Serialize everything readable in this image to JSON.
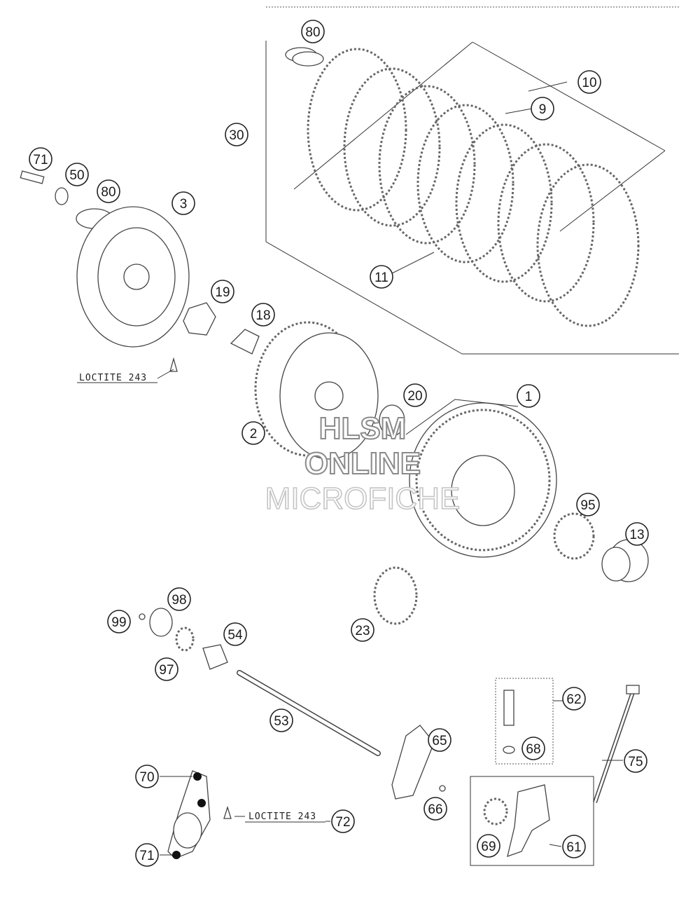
{
  "callouts": [
    {
      "label": "80"
    },
    {
      "label": "10"
    },
    {
      "label": "9"
    },
    {
      "label": "30"
    },
    {
      "label": "71"
    },
    {
      "label": "50"
    },
    {
      "label": "80"
    },
    {
      "label": "3"
    },
    {
      "label": "11"
    },
    {
      "label": "19"
    },
    {
      "label": "18"
    },
    {
      "label": "20"
    },
    {
      "label": "1"
    },
    {
      "label": "2"
    },
    {
      "label": "95"
    },
    {
      "label": "13"
    },
    {
      "label": "98"
    },
    {
      "label": "99"
    },
    {
      "label": "54"
    },
    {
      "label": "97"
    },
    {
      "label": "23"
    },
    {
      "label": "62"
    },
    {
      "label": "53"
    },
    {
      "label": "65"
    },
    {
      "label": "68"
    },
    {
      "label": "75"
    },
    {
      "label": "70"
    },
    {
      "label": "66"
    },
    {
      "label": "72"
    },
    {
      "label": "71"
    },
    {
      "label": "69"
    },
    {
      "label": "61"
    }
  ],
  "notes": {
    "loctite_top": "LOCTITE 243",
    "loctite_bottom": "LOCTITE 243"
  },
  "watermark": {
    "line1": "HLSM",
    "line2": "ONLINE",
    "line3": "MICROFICHE"
  }
}
